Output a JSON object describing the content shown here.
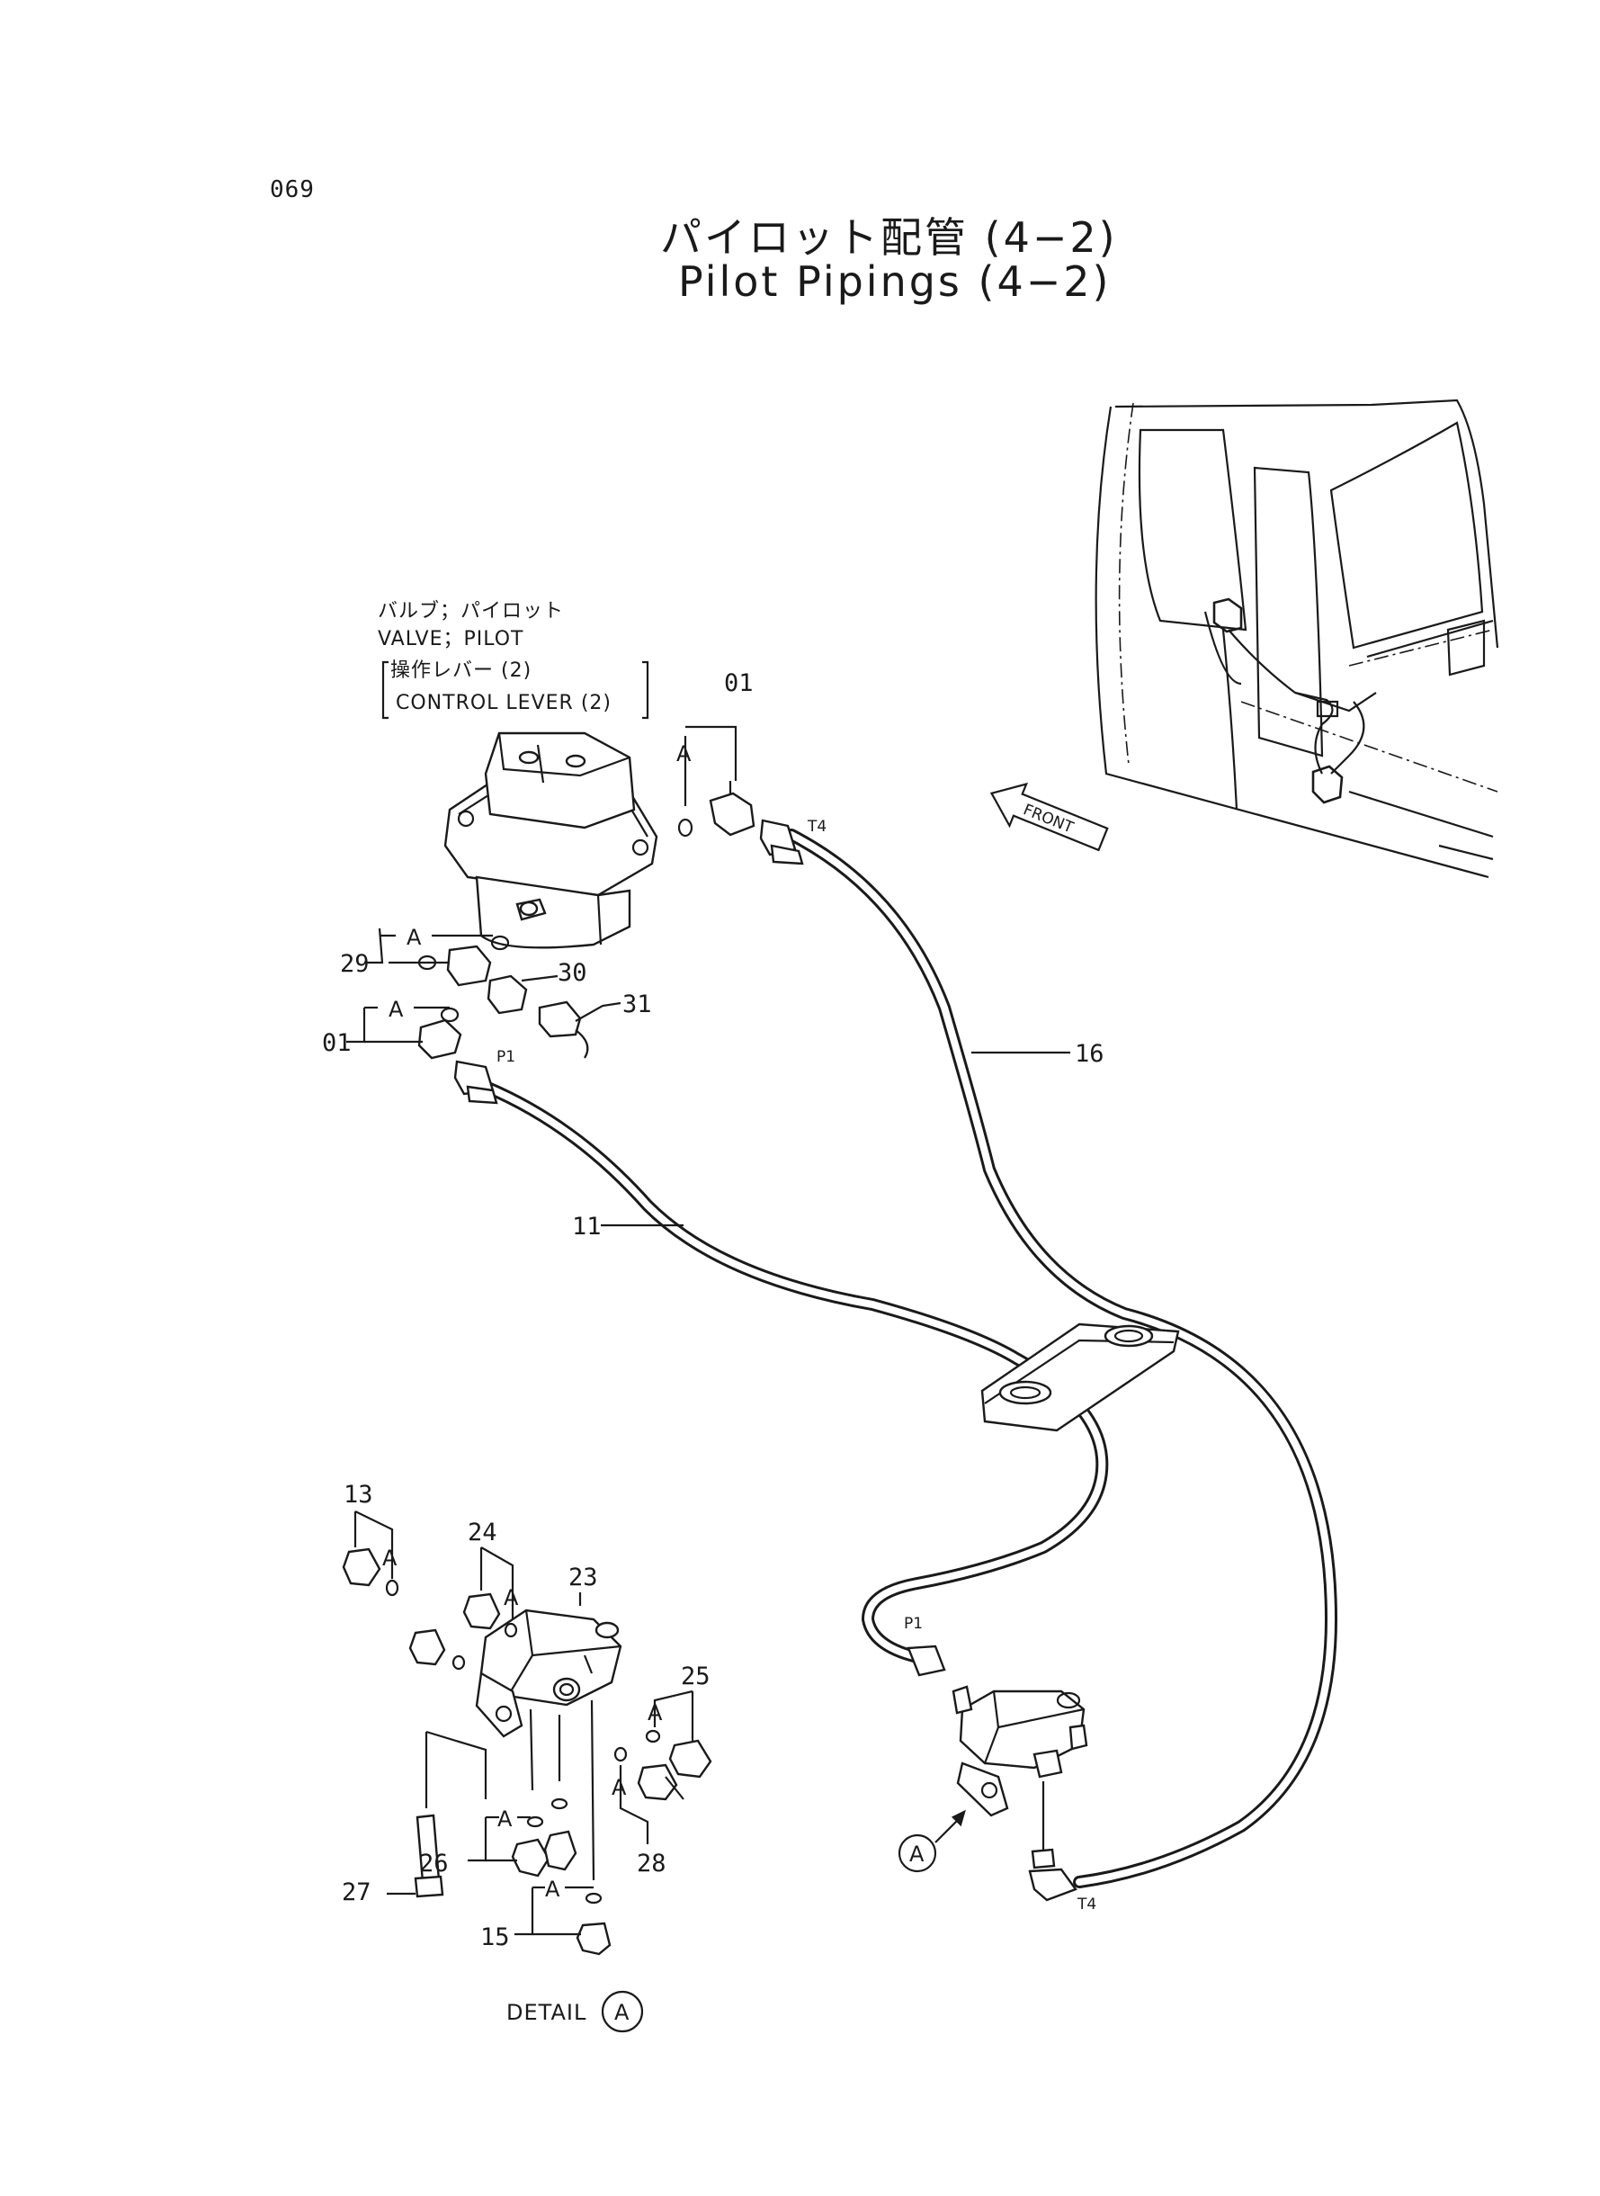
{
  "page_number": "069",
  "title_jp": "パイロット配管 (4−2)",
  "title_en": "Pilot Pipings (4−2)",
  "valve_note": {
    "line1": "バルブ；パイロット",
    "line2": "VALVE；PILOT",
    "line3": "操作レバー (2)",
    "line4": "CONTROL LEVER (2)"
  },
  "front_label": "FRONT",
  "detail_label": "DETAIL",
  "detail_circle": "A",
  "callout_circle": "A",
  "port_labels": {
    "t4_upper": "T4",
    "p1_upper": "P1",
    "p1_lower": "P1",
    "t4_lower": "T4"
  },
  "part_numbers": {
    "n01_top": "01",
    "n16": "16",
    "n29": "29",
    "n30": "30",
    "n31": "31",
    "n01_left": "01",
    "n11": "11",
    "n13": "13",
    "n24": "24",
    "n23": "23",
    "n25": "25",
    "n27": "27",
    "n26": "26",
    "n28": "28",
    "n15": "15"
  },
  "a_marks": [
    "A",
    "A",
    "A",
    "A",
    "A",
    "A",
    "A",
    "A",
    "A",
    "A"
  ]
}
